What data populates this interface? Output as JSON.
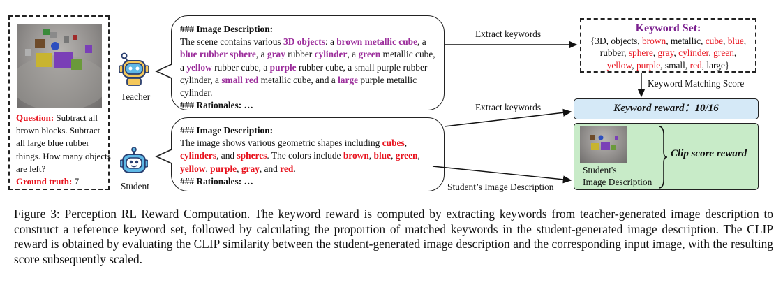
{
  "left": {
    "question_label": "Question:",
    "question_text": " Subtract all brown blocks. Subtract all large blue rubber things. How many objects are left?",
    "ground_truth_label": "Ground truth:",
    "ground_truth_value": " 7"
  },
  "teacher": {
    "label": "Teacher",
    "heading": "### Image Description:",
    "segments": [
      {
        "t": "The scene contains various ",
        "s": ""
      },
      {
        "t": "3D objects",
        "s": "purple"
      },
      {
        "t": ": a ",
        "s": ""
      },
      {
        "t": "brown metallic cube",
        "s": "purple"
      },
      {
        "t": ", a ",
        "s": ""
      },
      {
        "t": "blue rubber sphere",
        "s": "purple"
      },
      {
        "t": ", a ",
        "s": ""
      },
      {
        "t": "gray",
        "s": "purple"
      },
      {
        "t": " rubber ",
        "s": ""
      },
      {
        "t": "cylinder",
        "s": "purple"
      },
      {
        "t": ", a ",
        "s": ""
      },
      {
        "t": "green",
        "s": "purple"
      },
      {
        "t": " metallic cube, a ",
        "s": ""
      },
      {
        "t": "yellow",
        "s": "purple"
      },
      {
        "t": " rubber cube, a ",
        "s": ""
      },
      {
        "t": "purple",
        "s": "purple"
      },
      {
        "t": " rubber cube, a small purple rubber cylinder, a ",
        "s": ""
      },
      {
        "t": "small red",
        "s": "purple"
      },
      {
        "t": " metallic cube, and a ",
        "s": ""
      },
      {
        "t": "large",
        "s": "purple"
      },
      {
        "t": " purple metallic cylinder.",
        "s": ""
      }
    ],
    "rationales": "### Rationales: …"
  },
  "student": {
    "label": "Student",
    "heading": "### Image Description:",
    "segments": [
      {
        "t": "The image shows various geometric shapes including ",
        "s": ""
      },
      {
        "t": "cubes",
        "s": "red"
      },
      {
        "t": ", ",
        "s": ""
      },
      {
        "t": "cylinders",
        "s": "red"
      },
      {
        "t": ", and ",
        "s": ""
      },
      {
        "t": "spheres",
        "s": "red"
      },
      {
        "t": ". The colors include ",
        "s": ""
      },
      {
        "t": "brown",
        "s": "red"
      },
      {
        "t": ", ",
        "s": ""
      },
      {
        "t": "blue",
        "s": "red"
      },
      {
        "t": ", ",
        "s": ""
      },
      {
        "t": "green",
        "s": "red"
      },
      {
        "t": ", ",
        "s": ""
      },
      {
        "t": "yellow",
        "s": "red"
      },
      {
        "t": ", ",
        "s": ""
      },
      {
        "t": "purple",
        "s": "red"
      },
      {
        "t": ", ",
        "s": ""
      },
      {
        "t": "gray",
        "s": "red"
      },
      {
        "t": ", and ",
        "s": ""
      },
      {
        "t": "red",
        "s": "red"
      },
      {
        "t": ".",
        "s": ""
      }
    ],
    "rationales": "### Rationales: …"
  },
  "arrows": {
    "extract_keywords_top": "Extract keywords",
    "extract_keywords_bottom": "Extract keywords",
    "keyword_matching_score": "Keyword Matching Score",
    "students_image_description": "Student’s Image Description"
  },
  "keyword_set": {
    "title": "Keyword Set:",
    "items": [
      {
        "t": "{3D, objects, ",
        "s": ""
      },
      {
        "t": "brown",
        "s": "red"
      },
      {
        "t": ", metallic, ",
        "s": ""
      },
      {
        "t": "cube",
        "s": "red"
      },
      {
        "t": ", ",
        "s": ""
      },
      {
        "t": "blue",
        "s": "red"
      },
      {
        "t": ", rubber, ",
        "s": ""
      },
      {
        "t": "sphere",
        "s": "red"
      },
      {
        "t": ", ",
        "s": ""
      },
      {
        "t": "gray",
        "s": "red"
      },
      {
        "t": ", ",
        "s": ""
      },
      {
        "t": "cylinder",
        "s": "red"
      },
      {
        "t": ", ",
        "s": ""
      },
      {
        "t": "green",
        "s": "red"
      },
      {
        "t": ", ",
        "s": ""
      },
      {
        "t": "yellow",
        "s": "red"
      },
      {
        "t": ", ",
        "s": ""
      },
      {
        "t": "purple",
        "s": "red"
      },
      {
        "t": ", small, ",
        "s": ""
      },
      {
        "t": "red",
        "s": "red"
      },
      {
        "t": ", large}",
        "s": ""
      }
    ]
  },
  "keyword_reward": "Keyword reward：10/16",
  "clip": {
    "caption_line1": "Student's",
    "caption_line2": "Image Description",
    "reward_label": "Clip score reward"
  },
  "figure_caption": "Figure 3: Perception RL Reward Computation. The keyword reward is computed by extracting keywords from teacher-generated image description to construct a reference keyword set, followed by calculating the proportion of matched keywords in the student-generated image description. The CLIP reward is obtained by evaluating the CLIP similarity between the student-generated image description and the corresponding input image, with the resulting score subsequently scaled.",
  "colors": {
    "purple_highlight": "#9b2d9b",
    "red_highlight": "#e8121d",
    "keyword_reward_bg": "#d5e9f7",
    "clip_bg": "#c8ebc8",
    "keyword_title": "#7a1f8e"
  }
}
